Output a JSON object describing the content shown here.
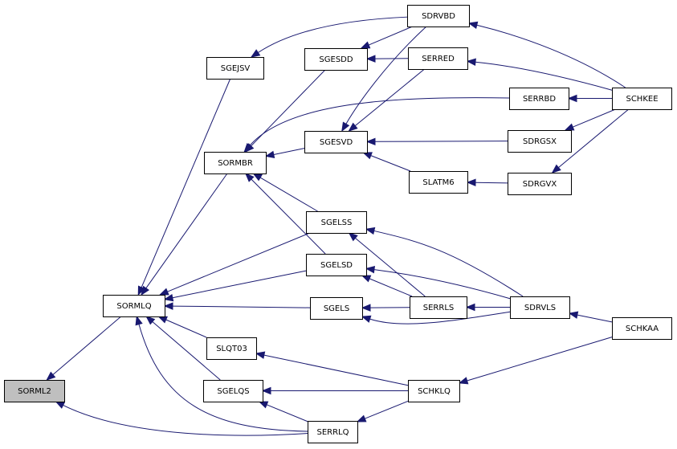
{
  "diagram": {
    "type": "caller-graph",
    "root": "SORML2",
    "colors": {
      "edge": "#191970",
      "root_fill": "#bfbfbf",
      "node_fill": "#ffffff",
      "node_border": "#000000"
    },
    "nodes": [
      {
        "id": "SORML2",
        "label": "SORML2",
        "root": true
      },
      {
        "id": "SORMLQ",
        "label": "SORMLQ"
      },
      {
        "id": "SGEJSV",
        "label": "SGEJSV"
      },
      {
        "id": "SORMBR",
        "label": "SORMBR"
      },
      {
        "id": "SGESDD",
        "label": "SGESDD"
      },
      {
        "id": "SGESVD",
        "label": "SGESVD"
      },
      {
        "id": "SGELSS",
        "label": "SGELSS"
      },
      {
        "id": "SGELSD",
        "label": "SGELSD"
      },
      {
        "id": "SGELS",
        "label": "SGELS"
      },
      {
        "id": "SLQT03",
        "label": "SLQT03"
      },
      {
        "id": "SGELQS",
        "label": "SGELQS"
      },
      {
        "id": "SERRLQ",
        "label": "SERRLQ"
      },
      {
        "id": "SDRVBD",
        "label": "SDRVBD"
      },
      {
        "id": "SERRED",
        "label": "SERRED"
      },
      {
        "id": "SLATM6",
        "label": "SLATM6"
      },
      {
        "id": "SERRLS",
        "label": "SERRLS"
      },
      {
        "id": "SCHKLQ",
        "label": "SCHKLQ"
      },
      {
        "id": "SERRBD",
        "label": "SERRBD"
      },
      {
        "id": "SDRGSX",
        "label": "SDRGSX"
      },
      {
        "id": "SDRGVX",
        "label": "SDRGVX"
      },
      {
        "id": "SDRVLS",
        "label": "SDRVLS"
      },
      {
        "id": "SCHKEE",
        "label": "SCHKEE"
      },
      {
        "id": "SCHKAA",
        "label": "SCHKAA"
      }
    ],
    "edges": [
      {
        "from": "SORMLQ",
        "to": "SORML2"
      },
      {
        "from": "SERRLQ",
        "to": "SORML2"
      },
      {
        "from": "SGEJSV",
        "to": "SORMLQ"
      },
      {
        "from": "SORMBR",
        "to": "SORMLQ"
      },
      {
        "from": "SGELSS",
        "to": "SORMLQ"
      },
      {
        "from": "SGELSD",
        "to": "SORMLQ"
      },
      {
        "from": "SGELS",
        "to": "SORMLQ"
      },
      {
        "from": "SLQT03",
        "to": "SORMLQ"
      },
      {
        "from": "SGELQS",
        "to": "SORMLQ"
      },
      {
        "from": "SERRLQ",
        "to": "SORMLQ"
      },
      {
        "from": "SDRVBD",
        "to": "SGEJSV"
      },
      {
        "from": "SGESDD",
        "to": "SORMBR"
      },
      {
        "from": "SGESVD",
        "to": "SORMBR"
      },
      {
        "from": "SERRBD",
        "to": "SORMBR"
      },
      {
        "from": "SGELSS",
        "to": "SORMBR"
      },
      {
        "from": "SGELSD",
        "to": "SORMBR"
      },
      {
        "from": "SDRVBD",
        "to": "SGESDD"
      },
      {
        "from": "SERRED",
        "to": "SGESDD"
      },
      {
        "from": "SDRVBD",
        "to": "SGESVD"
      },
      {
        "from": "SERRED",
        "to": "SGESVD"
      },
      {
        "from": "SDRGSX",
        "to": "SGESVD"
      },
      {
        "from": "SLATM6",
        "to": "SGESVD"
      },
      {
        "from": "SDRGVX",
        "to": "SLATM6"
      },
      {
        "from": "SERRLS",
        "to": "SGELSS"
      },
      {
        "from": "SDRVLS",
        "to": "SGELSS"
      },
      {
        "from": "SERRLS",
        "to": "SGELSD"
      },
      {
        "from": "SDRVLS",
        "to": "SGELSD"
      },
      {
        "from": "SERRLS",
        "to": "SGELS"
      },
      {
        "from": "SDRVLS",
        "to": "SGELS"
      },
      {
        "from": "SDRVLS",
        "to": "SERRLS"
      },
      {
        "from": "SCHKAA",
        "to": "SDRVLS"
      },
      {
        "from": "SCHKLQ",
        "to": "SLQT03"
      },
      {
        "from": "SCHKLQ",
        "to": "SGELQS"
      },
      {
        "from": "SCHKLQ",
        "to": "SERRLQ"
      },
      {
        "from": "SERRLQ",
        "to": "SGELQS"
      },
      {
        "from": "SCHKAA",
        "to": "SCHKLQ"
      },
      {
        "from": "SCHKEE",
        "to": "SDRVBD"
      },
      {
        "from": "SCHKEE",
        "to": "SERRED"
      },
      {
        "from": "SCHKEE",
        "to": "SERRBD"
      },
      {
        "from": "SCHKEE",
        "to": "SDRGSX"
      },
      {
        "from": "SCHKEE",
        "to": "SDRGVX"
      }
    ]
  }
}
